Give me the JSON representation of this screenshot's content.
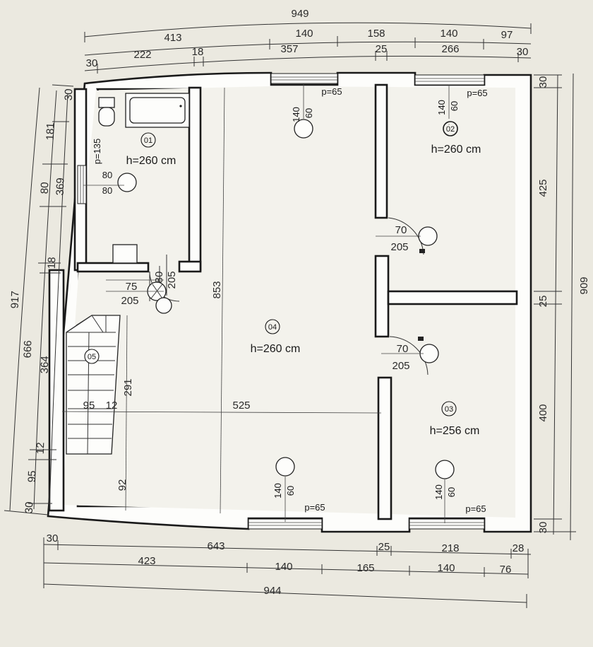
{
  "top_dims": {
    "total": "949",
    "row2": [
      "413",
      "140",
      "158",
      "140",
      "97"
    ],
    "row3": [
      "30",
      "222",
      "18",
      "357",
      "25",
      "266",
      "30"
    ]
  },
  "bottom_dims": {
    "row1": [
      "30",
      "643",
      "25",
      "218",
      "28"
    ],
    "row2": [
      "423",
      "140",
      "165",
      "140",
      "76"
    ],
    "total": "944"
  },
  "left_dims": {
    "outer": "917",
    "mid_a": "666",
    "mid_b": [
      "95",
      "30"
    ],
    "inner": [
      "30",
      "181",
      "80",
      "369",
      "18",
      "364",
      "12"
    ]
  },
  "right_dims": {
    "inner": [
      "30",
      "425",
      "25",
      "400",
      "30"
    ],
    "total": "909"
  },
  "rooms": [
    {
      "num": "01",
      "height": "h=260 cm"
    },
    {
      "num": "02",
      "height": "h=260 cm"
    },
    {
      "num": "03",
      "height": "h=256 cm"
    },
    {
      "num": "04",
      "height": "h=260 cm"
    },
    {
      "num": "05"
    }
  ],
  "windows": {
    "top_left": {
      "width": "140",
      "height": "60",
      "sill": "p=65"
    },
    "top_right": {
      "width": "140",
      "height": "60",
      "sill": "p=65"
    },
    "bottom_left": {
      "width": "140",
      "height": "60",
      "sill": "p=65"
    },
    "bottom_right": {
      "width": "140",
      "height": "60",
      "sill": "p=65"
    },
    "bath": {
      "width": "80",
      "height": "80",
      "sill": "p=135"
    }
  },
  "doors": {
    "bath": {
      "width": "75",
      "height": "205",
      "extra1": "80",
      "extra2": "205"
    },
    "room02": {
      "width": "70",
      "height": "205"
    },
    "room03": {
      "width": "70",
      "height": "205"
    }
  },
  "interior_dims": {
    "living_depth": "853",
    "stair_len": "291",
    "lower_depth": "92",
    "span_95": "95",
    "span_12": "12",
    "span_525": "525"
  }
}
